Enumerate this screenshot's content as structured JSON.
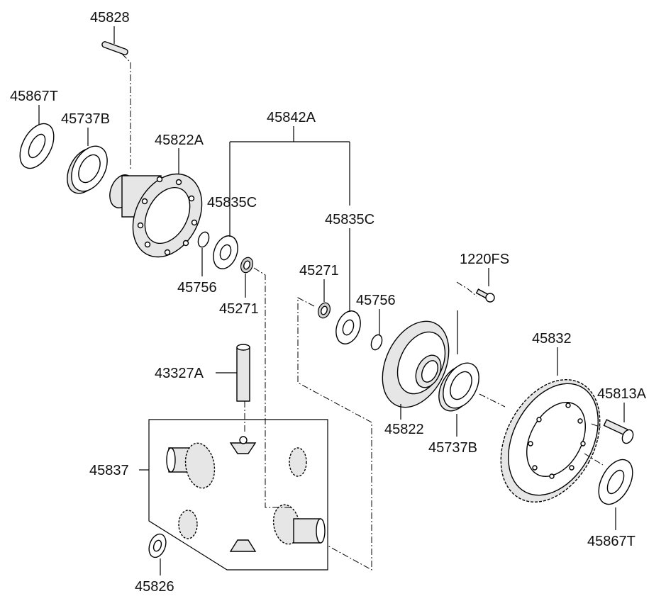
{
  "labels": {
    "p45828": "45828",
    "p45867t_a": "45867T",
    "p45737b_a": "45737B",
    "p45842a": "45842A",
    "p45822a": "45822A",
    "p45835c_a": "45835C",
    "p45835c_b": "45835C",
    "p45756_a": "45756",
    "p45271_a": "45271",
    "p45271_b": "45271",
    "p45756_b": "45756",
    "p1220fs": "1220FS",
    "p45832": "45832",
    "p43327a": "43327A",
    "p45813a": "45813A",
    "p45822": "45822",
    "p45737b_b": "45737B",
    "p45837": "45837",
    "p45867t_b": "45867T",
    "p45826": "45826"
  }
}
